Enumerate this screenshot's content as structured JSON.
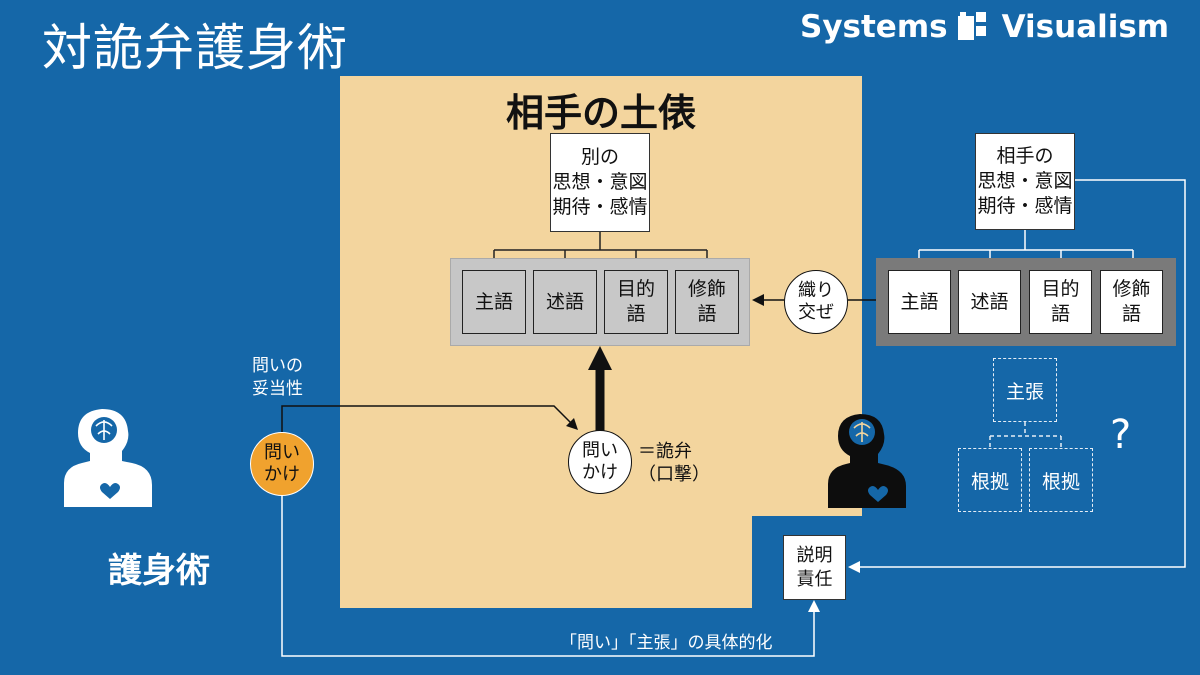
{
  "title": "対詭弁護身術",
  "brand": {
    "left": "Systems",
    "right": "Visualism"
  },
  "arena": {
    "title": "相手の土俵",
    "thought_box": [
      "別の",
      "思想・意図",
      "期待・感情"
    ],
    "cells": [
      "主語",
      "述語",
      "目的\n語",
      "修飾\n語"
    ]
  },
  "right": {
    "thought_box": [
      "相手の",
      "思想・意図",
      "期待・感情"
    ],
    "cells": [
      "主語",
      "述語",
      "目的\n語",
      "修飾\n語"
    ],
    "weave": [
      "織り",
      "交ぜ"
    ],
    "claim": "主張",
    "evidence": [
      "根拠",
      "根拠"
    ],
    "question_mark": "?"
  },
  "left": {
    "validity": [
      "問いの",
      "妥当性"
    ],
    "question": [
      "問い",
      "かけ"
    ],
    "self_defense": "護身術"
  },
  "center": {
    "question": [
      "問い",
      "かけ"
    ],
    "sophistry": [
      "＝詭弁",
      "（口撃）"
    ]
  },
  "accountability": [
    "説明",
    "責任"
  ],
  "bottom_label": "「問い」「主張」の具体的化",
  "colors": {
    "background": "#1567a8",
    "arena": "#f3d59e",
    "orange": "#f0a22e"
  }
}
